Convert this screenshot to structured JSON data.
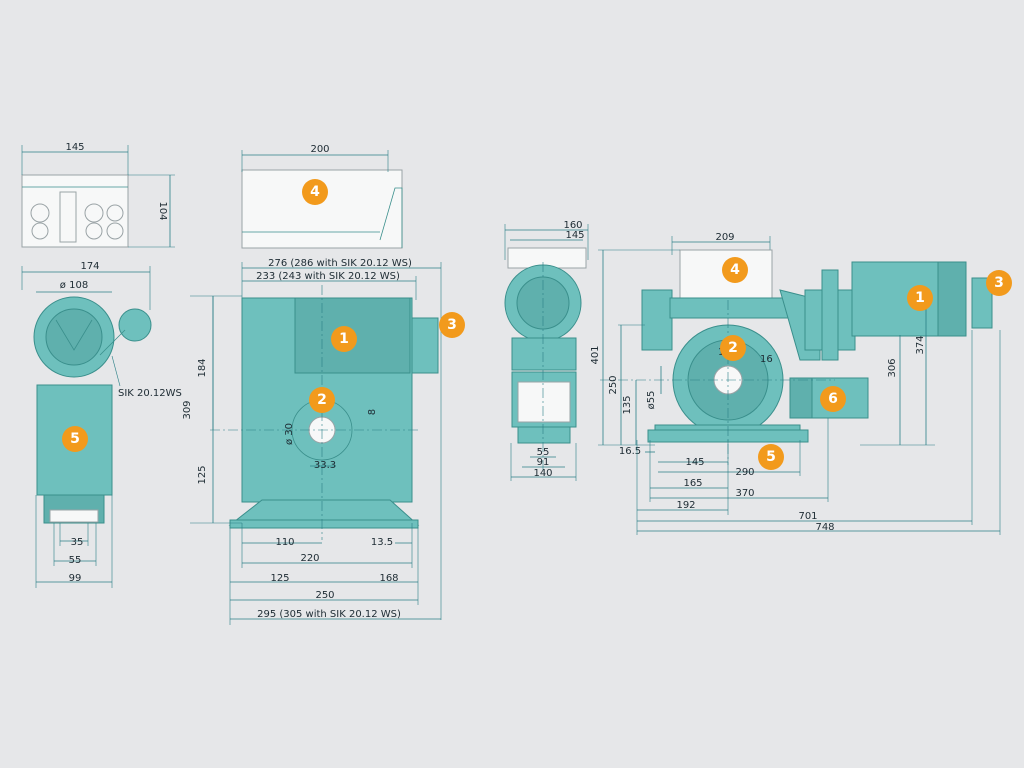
{
  "colors": {
    "background": "#e6e7e9",
    "machine_body": "#6ec0bd",
    "dimension_line": "#2a7f86",
    "callout_badge": "#f29a1c"
  },
  "view_a": {
    "top_width": "145",
    "top_height": "104",
    "side_width": "174",
    "wheel_dia": "ø 108",
    "handwheel_label": "SIK 20.12WS",
    "foot_35": "35",
    "foot_55": "55",
    "foot_99": "99",
    "badge_5": "5"
  },
  "view_b": {
    "top_width": "200",
    "len_276": "276 (286 with SIK 20.12 WS)",
    "len_233": "233 (243 with SIK 20.12 WS)",
    "h_184": "184",
    "h_309": "309",
    "h_125": "125",
    "dia_30": "ø 30",
    "dim_8": "8",
    "dim_33": "33.3",
    "b_110": "110",
    "b_13": "13.5",
    "b_220": "220",
    "b_125": "125",
    "b_168": "168",
    "b_250": "250",
    "b_295": "295 (305 with SIK 20.12 WS)",
    "badge_1": "1",
    "badge_2": "2",
    "badge_3": "3",
    "badge_4": "4"
  },
  "view_c": {
    "w_160": "160",
    "w_145": "145",
    "b_55": "55",
    "b_91": "91",
    "b_140": "140"
  },
  "view_d": {
    "top_209": "209",
    "h_101": "101",
    "h_401": "401",
    "h_374": "374",
    "h_306": "306",
    "h_250": "250",
    "h_135": "135",
    "dia_55": "ø55",
    "dim_16a": "16",
    "dim_16b": "16",
    "b_16": "16.5",
    "b_145": "145",
    "b_290": "290",
    "b_165": "165",
    "b_370": "370",
    "b_192": "192",
    "b_701": "701",
    "b_748": "748",
    "badge_1": "1",
    "badge_2": "2",
    "badge_3": "3",
    "badge_4": "4",
    "badge_5": "5",
    "badge_6": "6"
  }
}
